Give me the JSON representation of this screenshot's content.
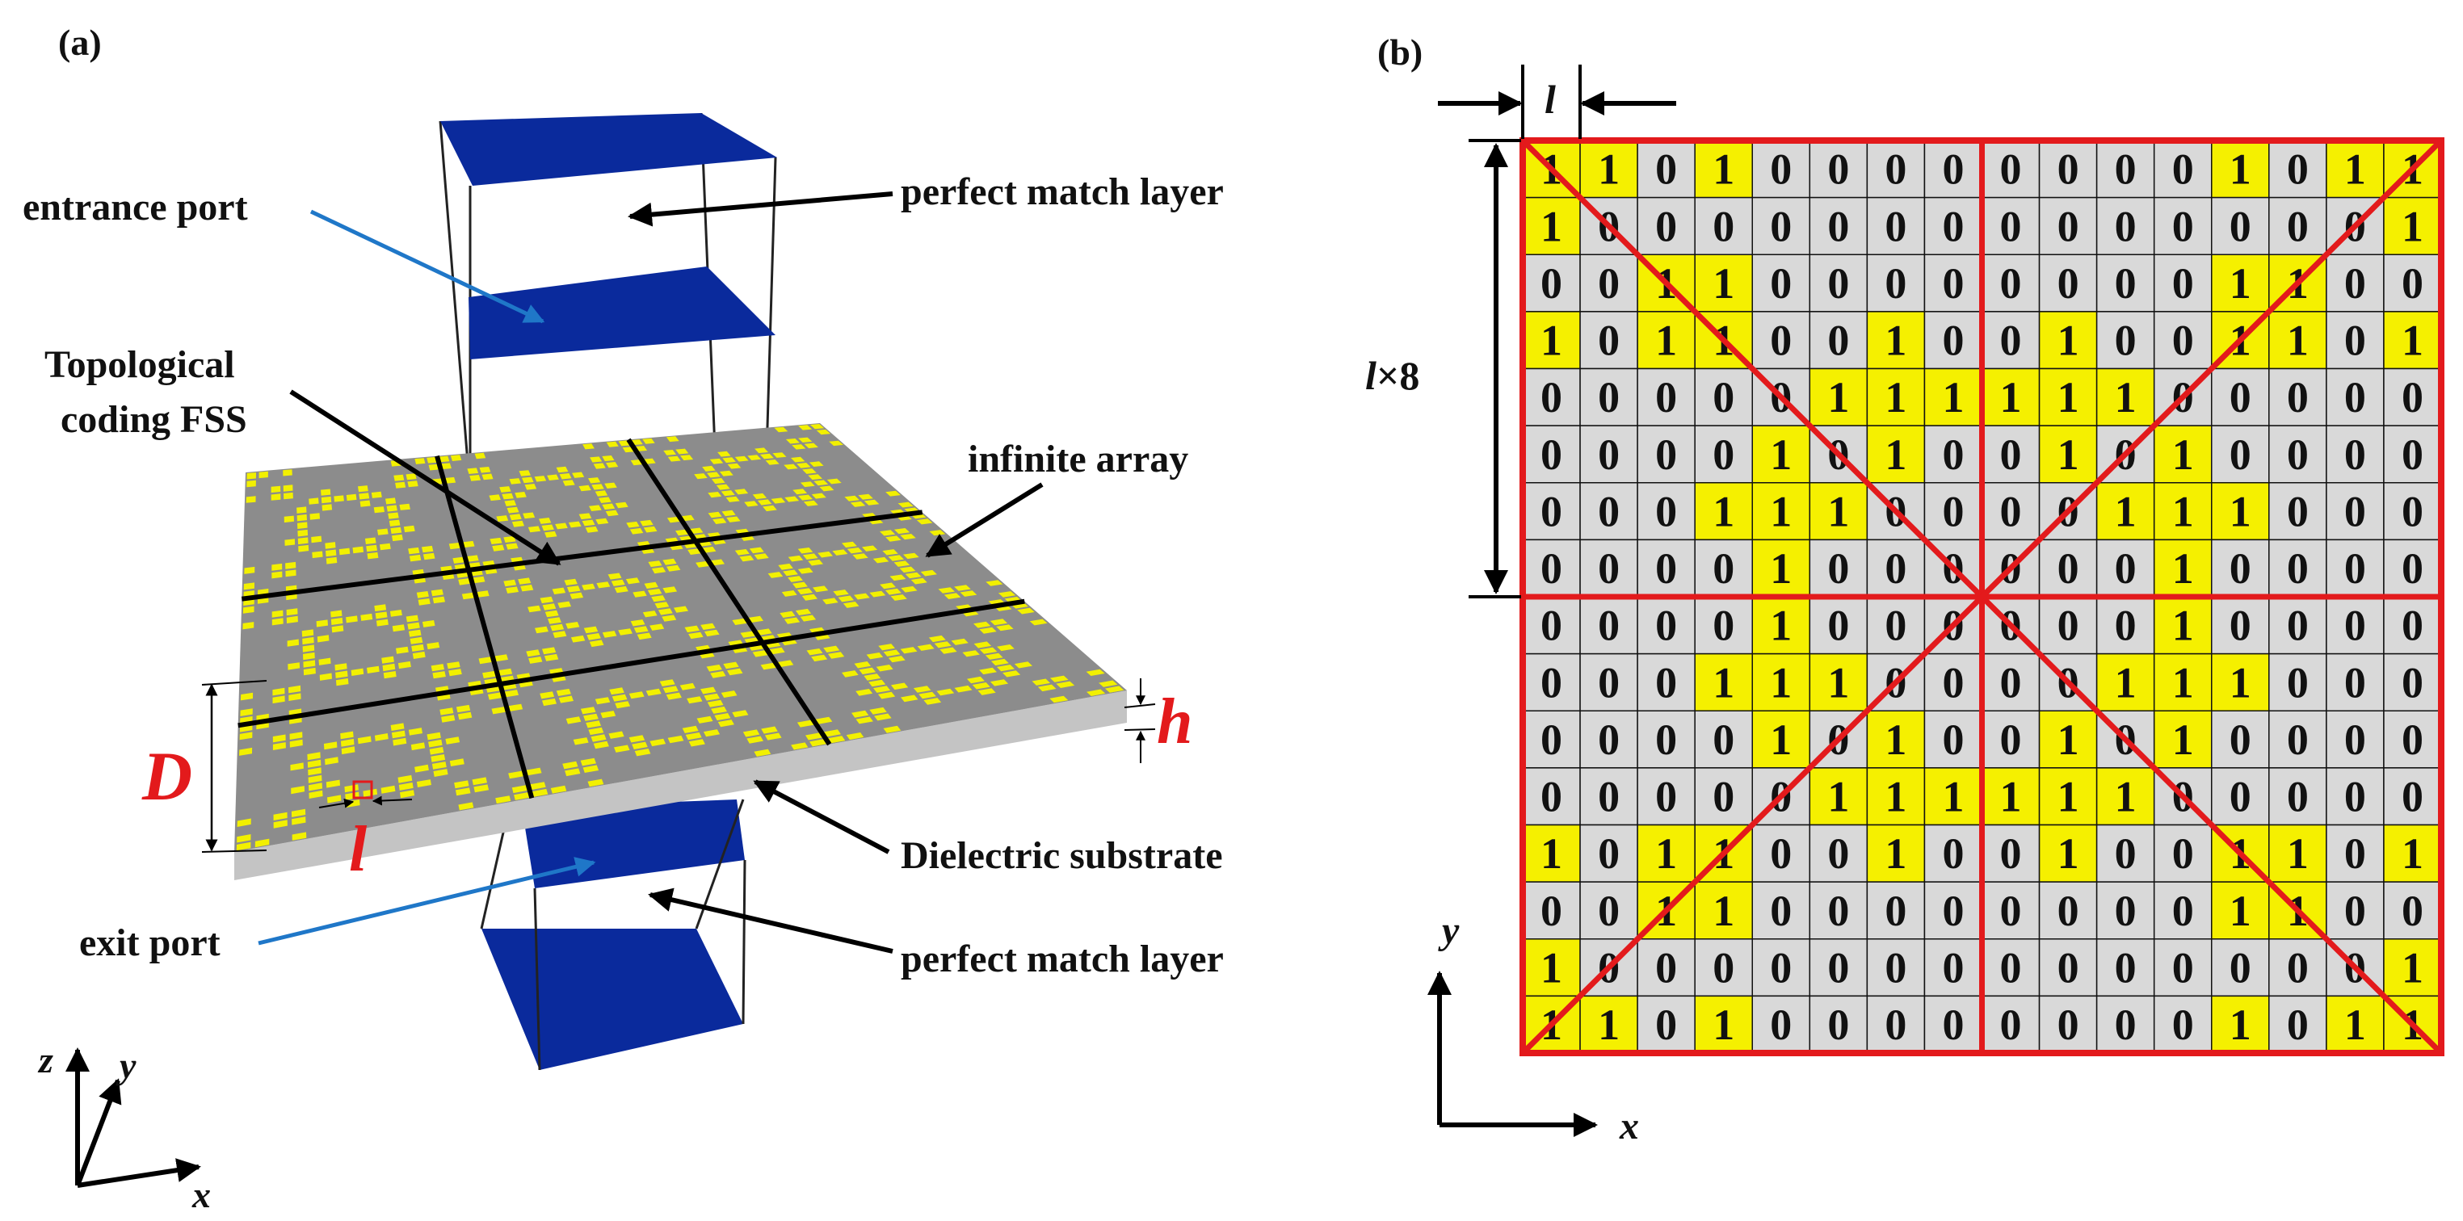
{
  "panel_a": {
    "tag": "(a)",
    "labels": {
      "entrance_port": "entrance port",
      "pml_top": "perfect match layer",
      "topological_line1": "Topological",
      "topological_line2": "coding FSS",
      "infinite_array": "infinite array",
      "D": "D",
      "h": "h",
      "l": "l",
      "dielectric": "Dielectric substrate",
      "exit_port": "exit port",
      "pml_bottom": "perfect match layer",
      "axis_z": "z",
      "axis_y": "y",
      "axis_x": "x"
    },
    "colors": {
      "port_blue": "#0a2a9c",
      "substrate_gray": "#8c8c8c",
      "pattern_yellow": "#f2f000",
      "accent_red": "#e31a1c",
      "arrow_blue": "#1f77c8"
    }
  },
  "panel_b": {
    "tag": "(b)",
    "dim_l": "l",
    "dim_l8_l": "l",
    "dim_l8_rest": "×8",
    "axis_y": "y",
    "axis_x": "x",
    "colors": {
      "one": "#f5f000",
      "zero": "#d9d9d9",
      "outline": "#e31a1c"
    },
    "grid": [
      "1101000000001011",
      "1000000000000001",
      "0011000000001100",
      "1011001001001101",
      "0000011111100000",
      "0000101001010000",
      "0001110000111000",
      "0000100000010000",
      "0000100000010000",
      "0001110000111000",
      "0000101001010000",
      "0000011111100000",
      "1011001001001101",
      "0011000000001100",
      "1000000000000001",
      "1101000000001011"
    ]
  }
}
